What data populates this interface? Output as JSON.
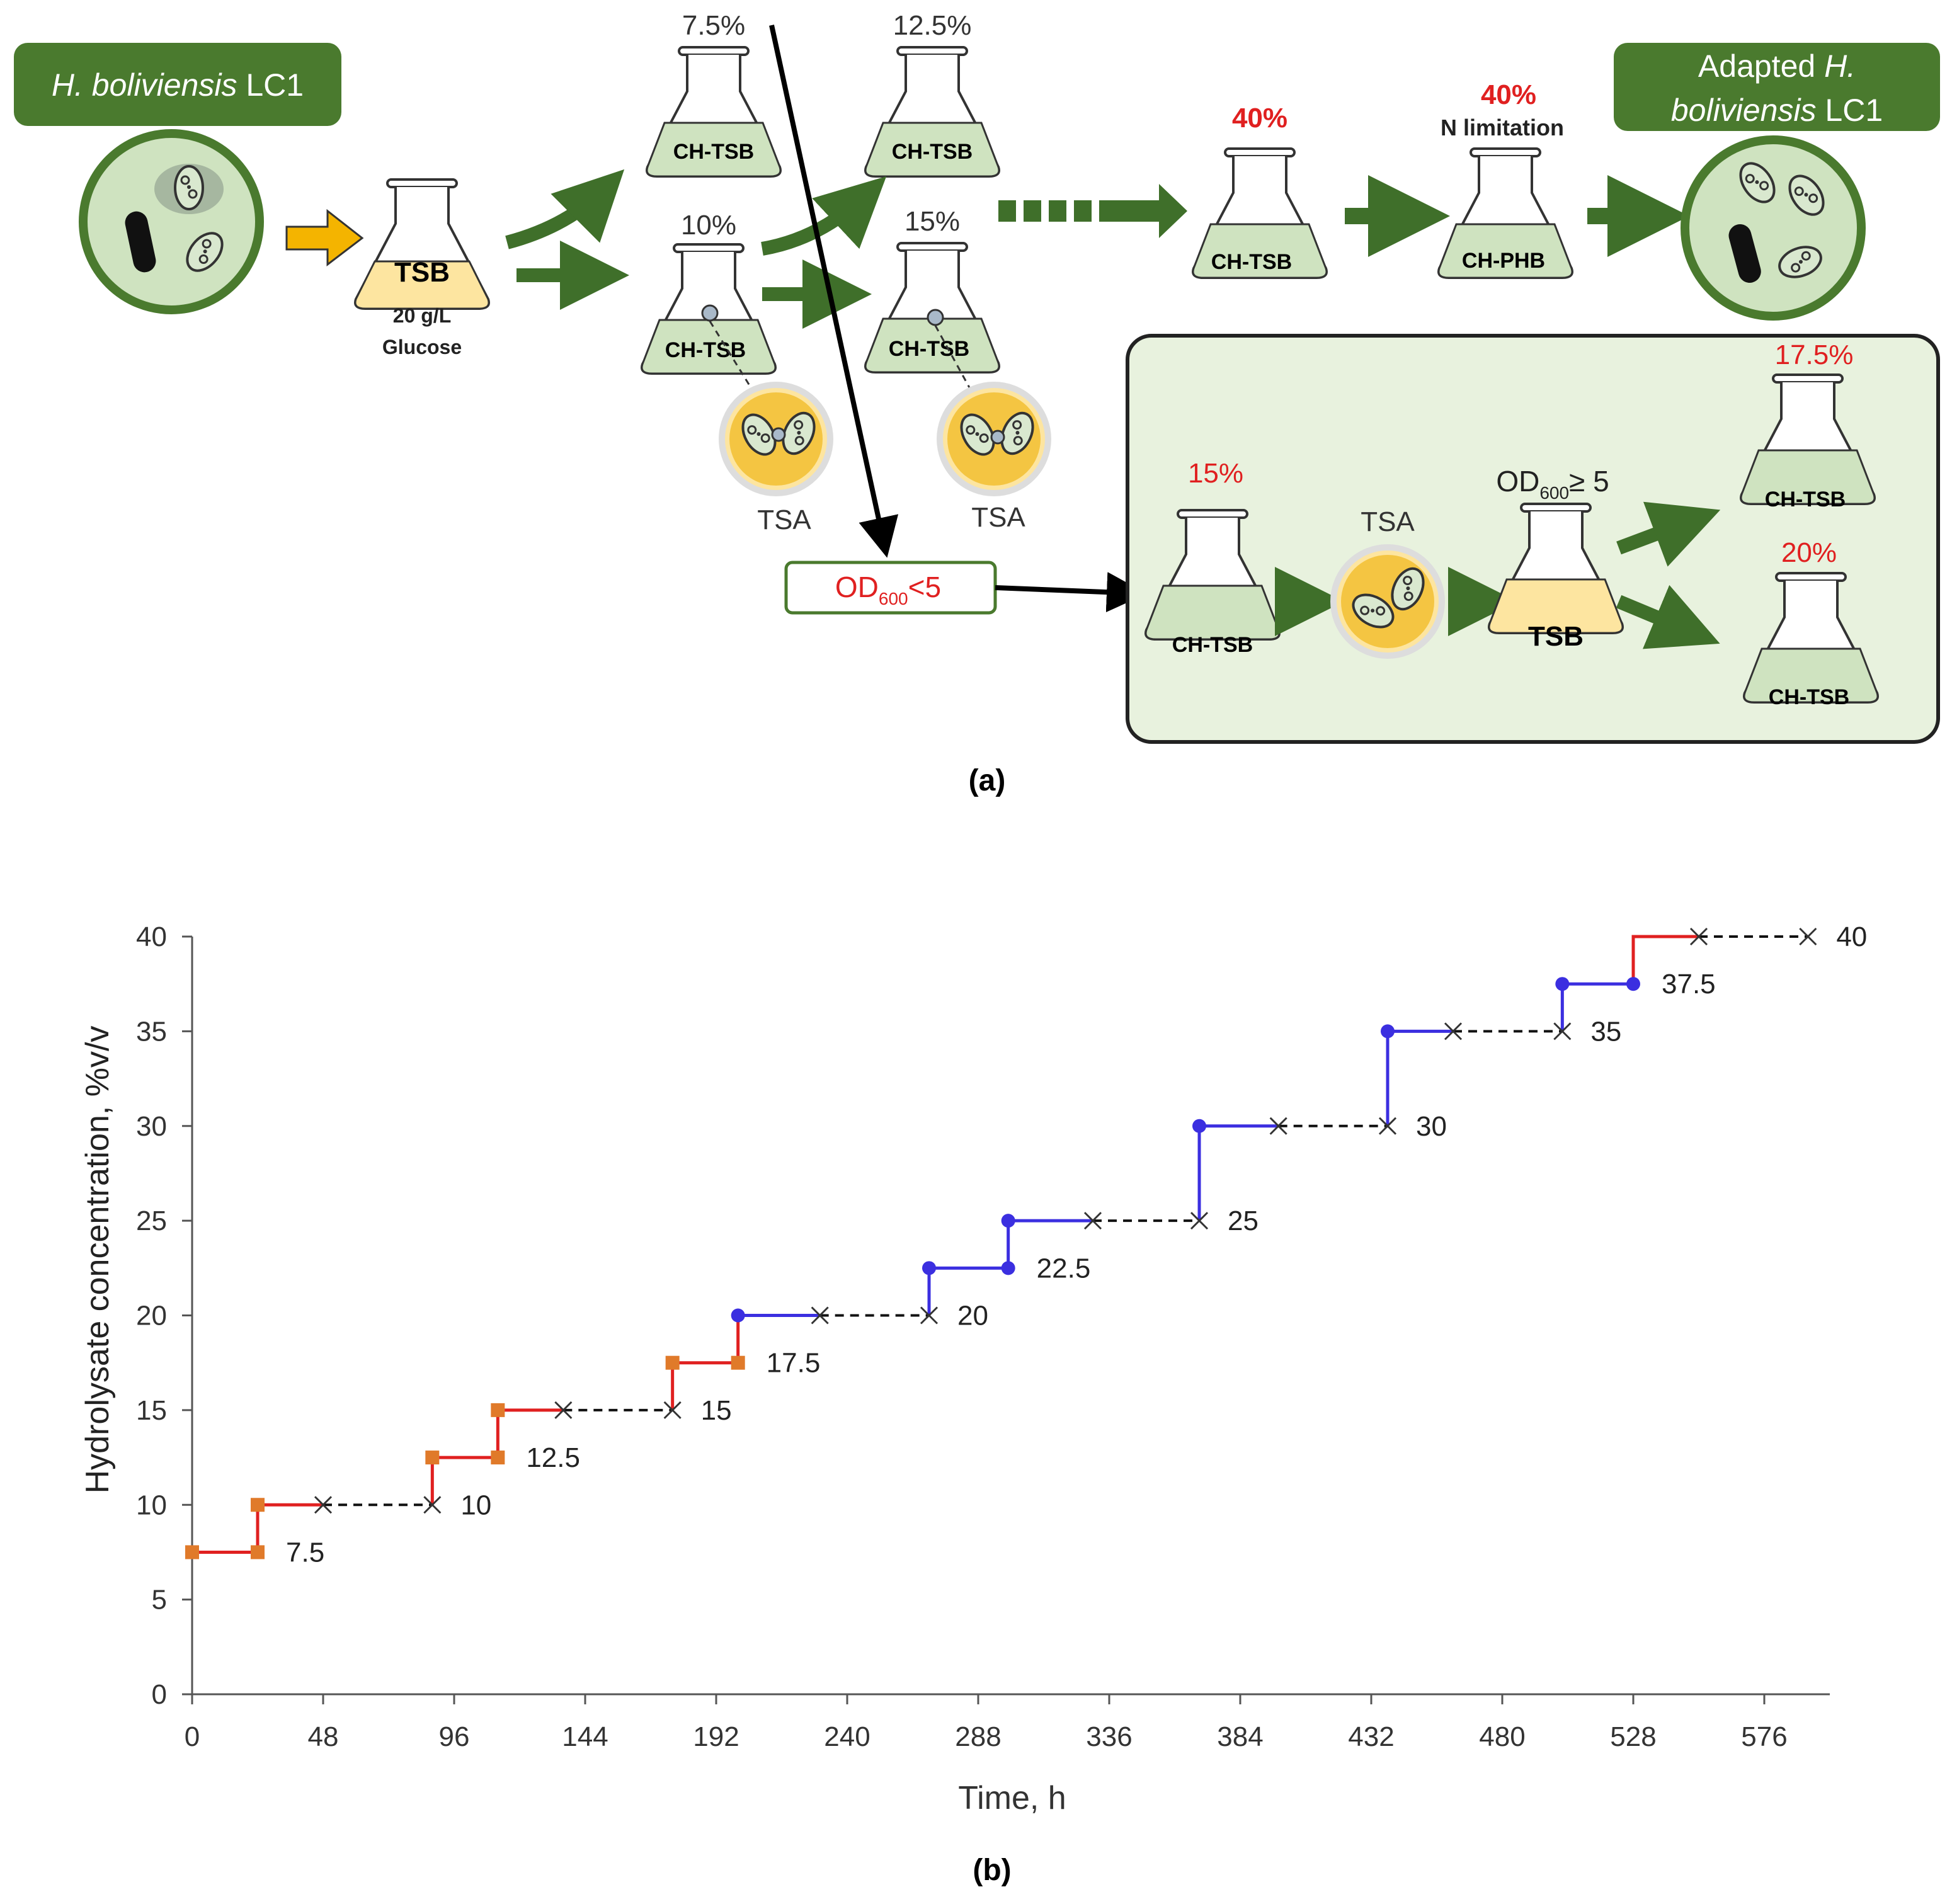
{
  "panel_a": {
    "start_label": {
      "italic": "H. boliviensis",
      "plain": " LC1"
    },
    "end_label": {
      "line1_plain": "Adapted ",
      "line1_italic": "H.",
      "line2_italic": "boliviensis",
      "line2_plain": " LC1"
    },
    "tsb_flask": {
      "label": "TSB",
      "note_line1": "20 g/L",
      "note_line2": "Glucose"
    },
    "flasks": [
      {
        "pct": "7.5%",
        "label": "CH-TSB"
      },
      {
        "pct": "12.5%",
        "label": "CH-TSB"
      },
      {
        "pct": "10%",
        "label": "CH-TSB"
      },
      {
        "pct": "15%",
        "label": "CH-TSB"
      },
      {
        "pct": "40%",
        "label": "CH-TSB"
      },
      {
        "pct": "40%",
        "note": "N limitation",
        "label": "CH-PHB"
      }
    ],
    "tsa_label": "TSA",
    "od_box": {
      "main": "OD",
      "sub": "600",
      "suffix": "<5"
    },
    "inset": {
      "flask_1": {
        "pct": "15%",
        "label": "CH-TSB"
      },
      "tsa_label": "TSA",
      "od_text": {
        "main": "OD",
        "sub": "600",
        "suffix": "≥ 5"
      },
      "tsb_label": "TSB",
      "flask_2": {
        "pct": "17.5%",
        "label": "CH-TSB"
      },
      "flask_3": {
        "pct": "20%",
        "label": "CH-TSB"
      }
    },
    "caption": "(a)"
  },
  "colors": {
    "dark_green": "#4a7a2e",
    "arrow_green": "#3f6f2a",
    "light_green": "#cfe3c0",
    "inset_bg": "#e8f2de",
    "tsb_yellow": "#fde5a0",
    "orange_arrow": "#f4b400",
    "red": "#e02020",
    "blue": "#3b2fe0",
    "orange_marker": "#e07a2a"
  },
  "chart_data": {
    "type": "line",
    "xlabel": "Time, h",
    "ylabel": "Hydrolysate concentration, %v/v",
    "xlim": [
      0,
      600
    ],
    "ylim": [
      0,
      40
    ],
    "xticks": [
      0,
      48,
      96,
      144,
      192,
      240,
      288,
      336,
      384,
      432,
      480,
      528,
      576
    ],
    "yticks": [
      0,
      5,
      10,
      15,
      20,
      25,
      30,
      35,
      40
    ],
    "grid": false,
    "caption": "(b)",
    "step_segments": [
      {
        "color": "red",
        "points": [
          [
            0,
            7.5
          ],
          [
            24,
            7.5
          ],
          [
            24,
            10
          ],
          [
            48,
            10
          ]
        ]
      },
      {
        "color": "red",
        "points": [
          [
            88,
            10
          ],
          [
            88,
            12.5
          ],
          [
            112,
            12.5
          ],
          [
            112,
            15
          ],
          [
            136,
            15
          ]
        ]
      },
      {
        "color": "red",
        "points": [
          [
            176,
            15
          ],
          [
            176,
            17.5
          ],
          [
            200,
            17.5
          ],
          [
            200,
            20
          ]
        ]
      },
      {
        "color": "blue",
        "points": [
          [
            200,
            20
          ],
          [
            230,
            20
          ]
        ]
      },
      {
        "color": "blue",
        "points": [
          [
            270,
            20
          ],
          [
            270,
            22.5
          ],
          [
            299,
            22.5
          ],
          [
            299,
            25
          ],
          [
            330,
            25
          ]
        ]
      },
      {
        "color": "blue",
        "points": [
          [
            369,
            25
          ],
          [
            369,
            30
          ],
          [
            398,
            30
          ]
        ]
      },
      {
        "color": "blue",
        "points": [
          [
            438,
            30
          ],
          [
            438,
            35
          ],
          [
            462,
            35
          ]
        ]
      },
      {
        "color": "blue",
        "points": [
          [
            502,
            35
          ],
          [
            502,
            37.5
          ],
          [
            528,
            37.5
          ]
        ]
      },
      {
        "color": "red",
        "points": [
          [
            528,
            37.5
          ],
          [
            528,
            40
          ],
          [
            552,
            40
          ]
        ]
      }
    ],
    "dashed_segments": [
      [
        [
          48,
          10
        ],
        [
          88,
          10
        ]
      ],
      [
        [
          136,
          15
        ],
        [
          176,
          15
        ]
      ],
      [
        [
          230,
          20
        ],
        [
          270,
          20
        ]
      ],
      [
        [
          330,
          25
        ],
        [
          369,
          25
        ]
      ],
      [
        [
          398,
          30
        ],
        [
          438,
          30
        ]
      ],
      [
        [
          462,
          35
        ],
        [
          502,
          35
        ]
      ],
      [
        [
          552,
          40
        ],
        [
          592,
          40
        ]
      ]
    ],
    "square_markers": [
      [
        0,
        7.5
      ],
      [
        24,
        7.5
      ],
      [
        24,
        10
      ],
      [
        88,
        12.5
      ],
      [
        112,
        12.5
      ],
      [
        112,
        15
      ],
      [
        176,
        17.5
      ],
      [
        200,
        17.5
      ]
    ],
    "circle_markers": [
      [
        200,
        20
      ],
      [
        270,
        22.5
      ],
      [
        299,
        22.5
      ],
      [
        299,
        25
      ],
      [
        369,
        30
      ],
      [
        438,
        35
      ],
      [
        502,
        37.5
      ],
      [
        528,
        37.5
      ]
    ],
    "cross_markers": [
      [
        48,
        10
      ],
      [
        88,
        10
      ],
      [
        136,
        15
      ],
      [
        176,
        15
      ],
      [
        230,
        20
      ],
      [
        270,
        20
      ],
      [
        330,
        25
      ],
      [
        369,
        25
      ],
      [
        398,
        30
      ],
      [
        438,
        30
      ],
      [
        462,
        35
      ],
      [
        502,
        35
      ],
      [
        552,
        40
      ],
      [
        592,
        40
      ]
    ],
    "point_labels": [
      {
        "x": 24,
        "y": 7.5,
        "text": "7.5"
      },
      {
        "x": 88,
        "y": 10,
        "text": "10"
      },
      {
        "x": 112,
        "y": 12.5,
        "text": "12.5"
      },
      {
        "x": 176,
        "y": 15,
        "text": "15"
      },
      {
        "x": 200,
        "y": 17.5,
        "text": "17.5"
      },
      {
        "x": 270,
        "y": 20,
        "text": "20"
      },
      {
        "x": 299,
        "y": 22.5,
        "text": "22.5"
      },
      {
        "x": 369,
        "y": 25,
        "text": "25"
      },
      {
        "x": 438,
        "y": 30,
        "text": "30"
      },
      {
        "x": 502,
        "y": 35,
        "text": "35"
      },
      {
        "x": 528,
        "y": 37.5,
        "text": "37.5"
      },
      {
        "x": 592,
        "y": 40,
        "text": "40"
      }
    ]
  }
}
